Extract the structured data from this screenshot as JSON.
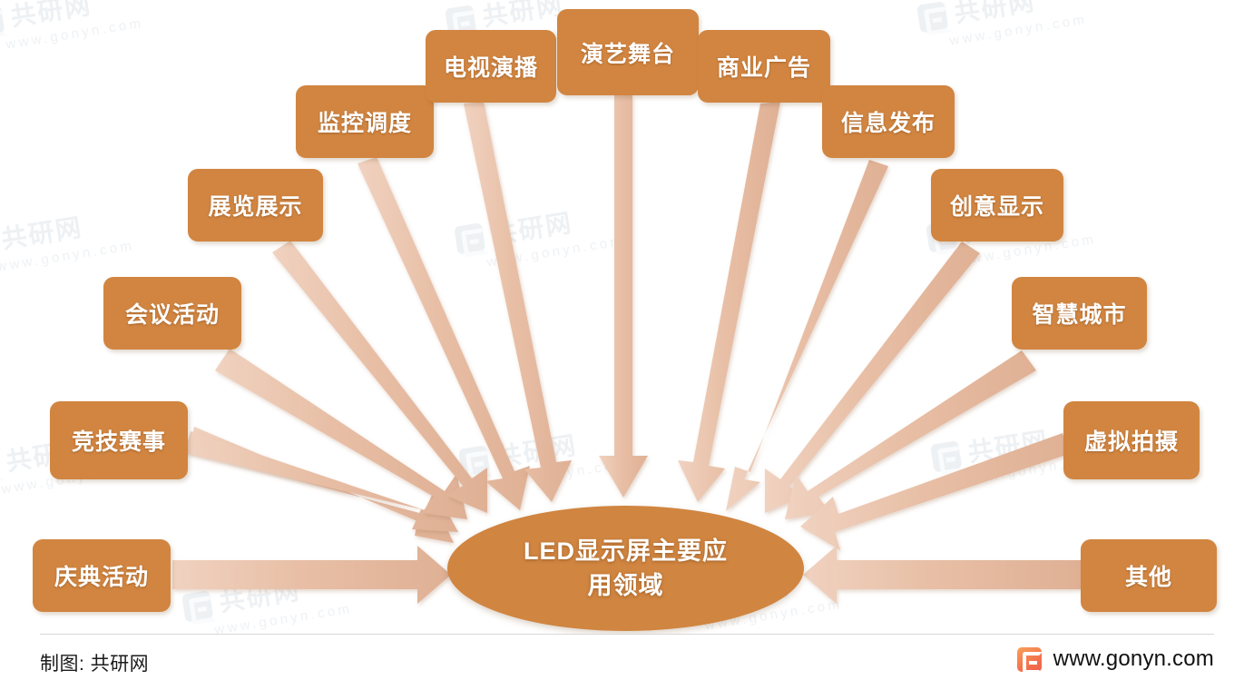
{
  "diagram": {
    "center": {
      "line1": "LED显示屏主要应",
      "line2": "用领域",
      "full": "LED显示屏主要应用领域",
      "fill": "#d08540"
    },
    "node_fill": "#d18540",
    "node_text_color": "#ffffff",
    "arrow_fill": "#e8bfa6",
    "nodes": [
      {
        "id": "qingdian",
        "label": "庆典活动"
      },
      {
        "id": "jingji",
        "label": "竞技赛事"
      },
      {
        "id": "huiyi",
        "label": "会议活动"
      },
      {
        "id": "zhanlan",
        "label": "展览展示"
      },
      {
        "id": "jiankong",
        "label": "监控调度"
      },
      {
        "id": "dianshi",
        "label": "电视演播"
      },
      {
        "id": "yanyi",
        "label": "演艺舞台"
      },
      {
        "id": "shangye",
        "label": "商业广告"
      },
      {
        "id": "xinxi",
        "label": "信息发布"
      },
      {
        "id": "chuangyi",
        "label": "创意显示"
      },
      {
        "id": "zhihui",
        "label": "智慧城市"
      },
      {
        "id": "xuni",
        "label": "虚拟拍摄"
      },
      {
        "id": "qita",
        "label": "其他"
      }
    ]
  },
  "footer": {
    "credit": "制图: 共研网",
    "url": "www.gonyn.com"
  },
  "watermark": {
    "cn": "共研网",
    "url": "www.gonyn.com"
  }
}
